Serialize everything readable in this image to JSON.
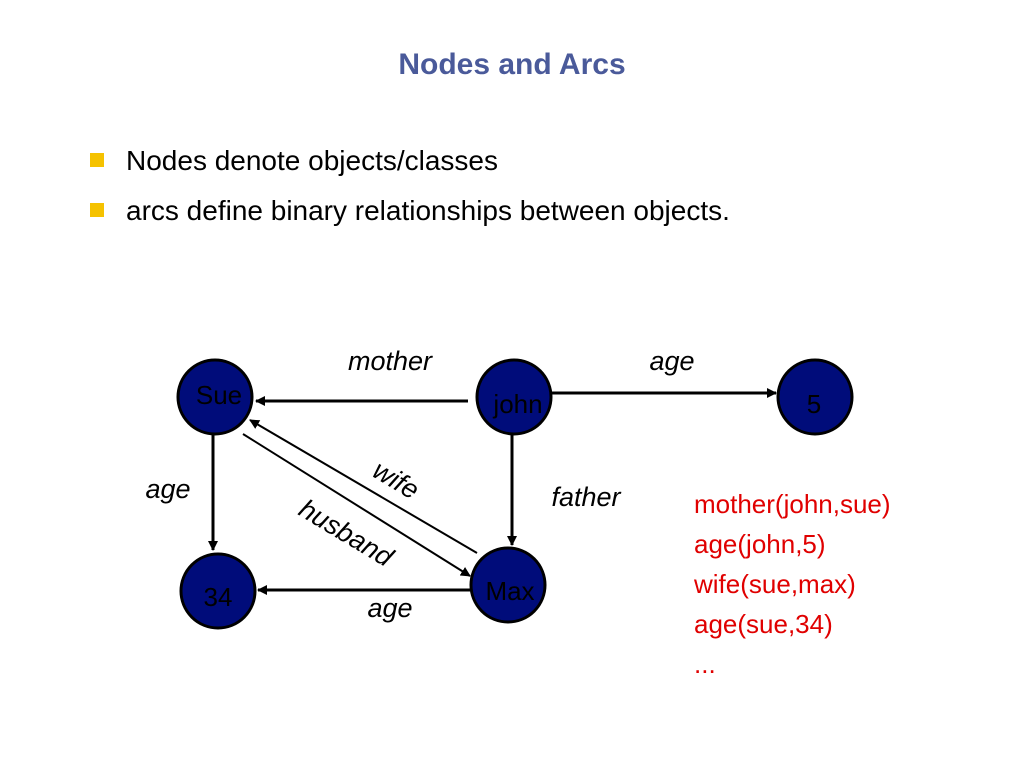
{
  "title": "Nodes and Arcs",
  "bullets": [
    "Nodes denote objects/classes",
    "arcs define binary relationships between objects."
  ],
  "colors": {
    "title": "#4a5a9a",
    "bullet_marker": "#f5c200",
    "node_fill": "#000c7a",
    "node_stroke": "#000000",
    "facts_text": "#e00000"
  },
  "nodes": {
    "sue": "Sue",
    "john": "john",
    "five": "5",
    "thirtyfour": "34",
    "max": "Max"
  },
  "edges": {
    "mother": "mother",
    "age_john": "age",
    "age_sue": "age",
    "father": "father",
    "wife": "wife",
    "husband": "husband",
    "age_max": "age"
  },
  "facts": [
    "mother(john,sue)",
    "age(john,5)",
    "wife(sue,max)",
    "age(sue,34)",
    "..."
  ]
}
